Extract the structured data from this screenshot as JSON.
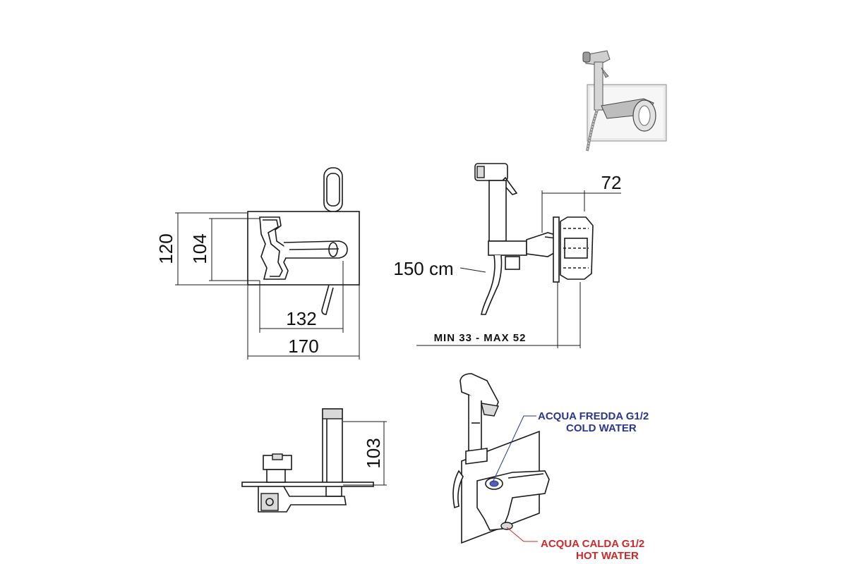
{
  "dimensions": {
    "front_height_outer": "120",
    "front_height_inner": "104",
    "front_width_inner": "132",
    "front_width_outer": "170",
    "side_depth": "72",
    "hose_length": "150 cm",
    "wall_range": "MIN 33 - MAX 52",
    "top_height": "103"
  },
  "labels": {
    "cold_line1": "ACQUA FREDDA  G1/2",
    "cold_line2": "COLD WATER",
    "hot_line1": "ACQUA  CALDA G1/2",
    "hot_line2": "HOT WATER"
  },
  "colors": {
    "cold": "#2a3590",
    "hot": "#cc2a2a",
    "chrome": "#c8c8c8"
  }
}
